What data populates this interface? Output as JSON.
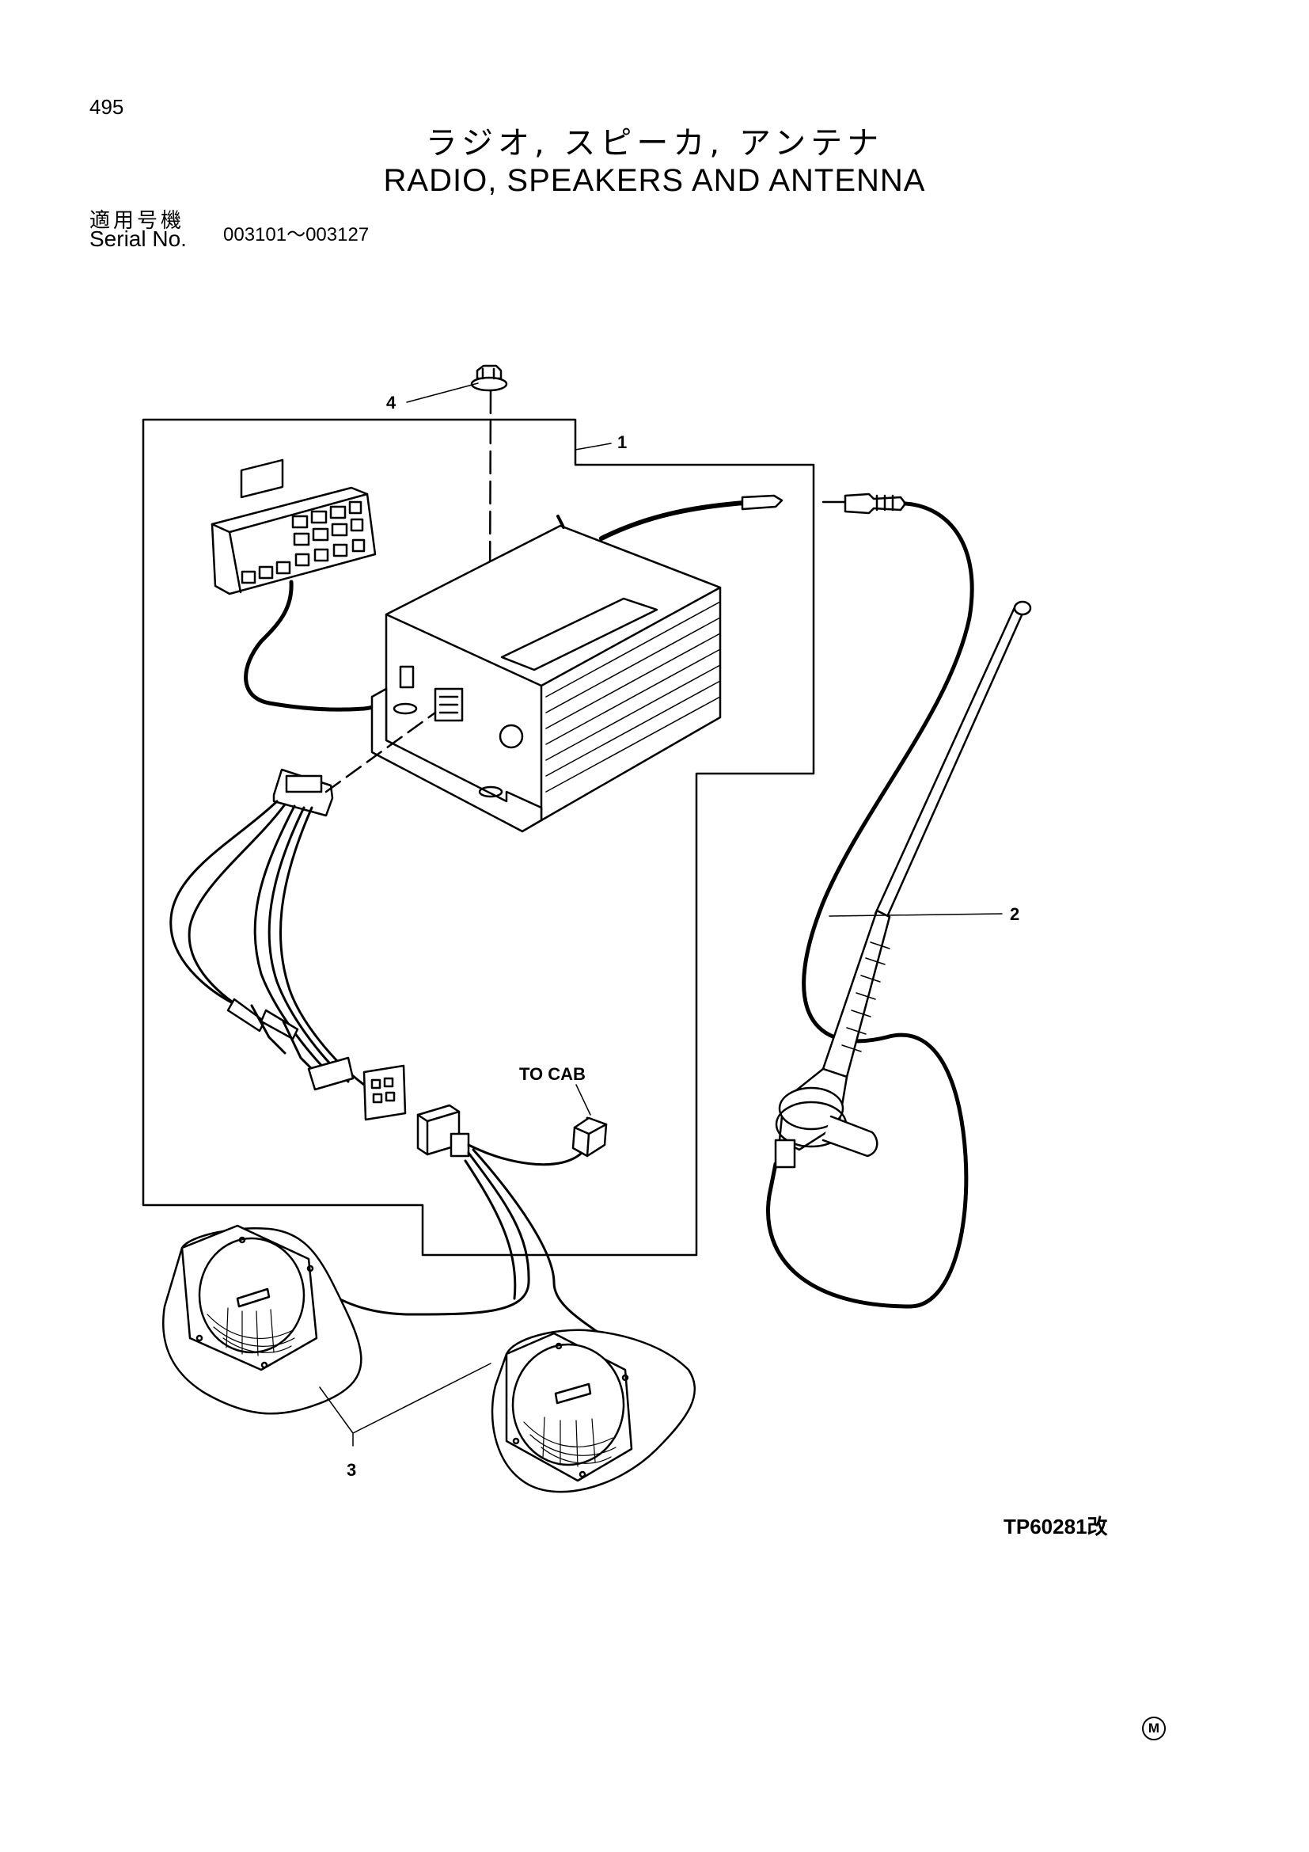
{
  "header": {
    "page_number": "495",
    "title_jp": "ラジオ, スピーカ, アンテナ",
    "title_en": "RADIO, SPEAKERS AND ANTENNA",
    "serial_label_jp": "適用号機",
    "serial_label_en": "Serial No.",
    "serial_range": "003101～003127"
  },
  "diagram": {
    "callouts": [
      "1",
      "2",
      "3",
      "4"
    ],
    "note_to_cab": "TO CAB"
  },
  "footer": {
    "drawing_code": "TP60281改",
    "mark": "M"
  }
}
